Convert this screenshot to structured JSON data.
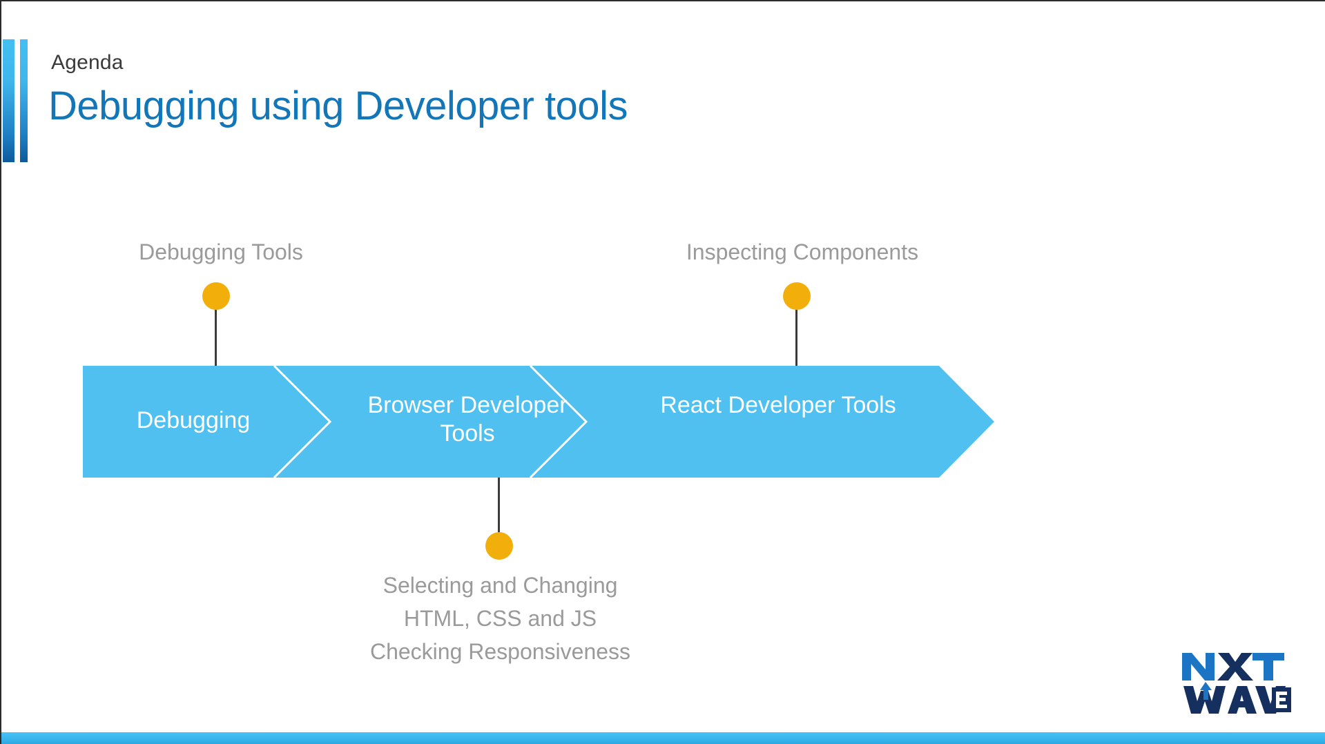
{
  "slide": {
    "eyebrow": "Agenda",
    "title": "Debugging using Developer tools",
    "accent_color": "#1276B8",
    "flow_color": "#4FC0F0",
    "dot_color": "#F2AF0C",
    "label_color": "#9a9a9a",
    "footer_color": "#38B4EC"
  },
  "flow": {
    "steps": [
      {
        "label": "Debugging"
      },
      {
        "label": "Browser Developer Tools"
      },
      {
        "label": "React Developer Tools"
      }
    ]
  },
  "callouts": {
    "left": "Debugging Tools",
    "right": "Inspecting Components",
    "bottom_line1": "Selecting and Changing",
    "bottom_line2": "HTML, CSS and JS",
    "bottom_line3": "Checking Responsiveness"
  },
  "logo": {
    "top_text": "NXT",
    "bottom_text": "WAVE",
    "primary_color": "#1B74C4",
    "secondary_color": "#15305E"
  }
}
